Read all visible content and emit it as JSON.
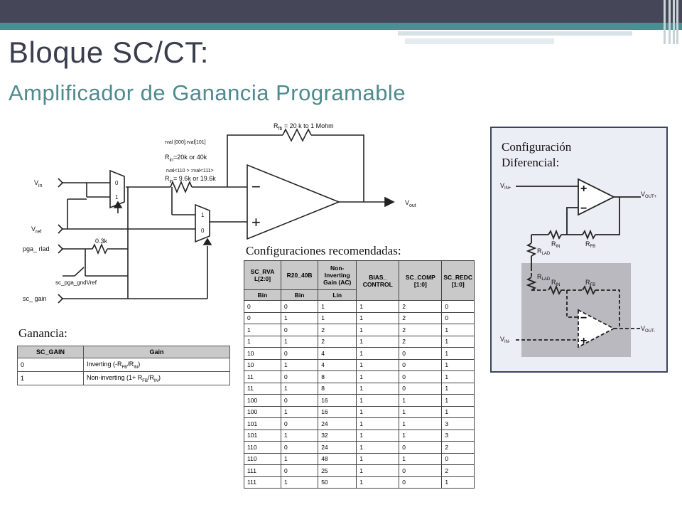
{
  "slide": {
    "title": "Bloque SC/CT:",
    "subtitle": "Amplificador de Ganancia Programable",
    "gain_label": "Ganancia:",
    "configs_label": "Configuraciones recomendadas:",
    "diff_label_line1": "Configuración",
    "diff_label_line2": "Diferencial:"
  },
  "schematic": {
    "rfb": "R",
    "rfb_sub": "fb",
    "rfb_val": " = 20 k to 1 Mohm",
    "rval": "rval [000]:rval[101]",
    "rin1": "R",
    "rin1_sub": "in",
    "rin1_val": "=20k or 40k",
    "rval2": "rval<110 > :rval<111>",
    "rin2": "R",
    "rin2_sub": "in",
    "rin2_val": "= 9.6k or 19.6k",
    "vin": "V",
    "vin_sub": "in",
    "vref": "V",
    "vref_sub": "ref",
    "pga_rlad": "pga_ rlad",
    "r03k": "0.3k",
    "sc_pga": "sc_pga_gndVref",
    "sc_gain": "sc_ gain",
    "vout": "V",
    "vout_sub": "out",
    "mux_0": "0",
    "mux_1": "1",
    "mux2_1": "1",
    "mux2_0": "0",
    "minus": "−",
    "plus": "+"
  },
  "diff": {
    "vin_plus": "V",
    "vin_plus_sub": "IN+",
    "vout_plus": "V",
    "vout_plus_sub": "OUT+",
    "rin": "R",
    "rin_sub": "IN",
    "rfb": "R",
    "rfb_sub": "FB",
    "rlad": "R",
    "rlad_sub": "LAD",
    "rlad2": "R",
    "rlad2_sub": "LAD",
    "rin2": "R",
    "rin2_sub": "IN",
    "rfb2": "R",
    "rfb2_sub": "FB",
    "vin_minus": "V",
    "vin_minus_sub": "IN-",
    "vout_minus": "V",
    "vout_minus_sub": "OUT-",
    "plus": "+",
    "minus": "−"
  },
  "gain_table": {
    "headers": [
      "SC_GAIN",
      "Gain"
    ],
    "rows": [
      [
        "0",
        "Inverting (-R",
        "FB",
        "/R",
        "IN",
        ")"
      ],
      [
        "1",
        "Non-inverting (1+ R",
        "FB",
        "/R",
        "IN",
        ")"
      ]
    ]
  },
  "config_table": {
    "headers": [
      "SC_RVA L[2:0]",
      "R20_40B",
      "Non-Inverting Gain (AC)",
      "BIAS_ CONTROL",
      "SC_COMP [1:0]",
      "SC_REDC [1:0]"
    ],
    "subheaders": [
      "Bin",
      "Bin",
      "Lin"
    ],
    "rows": [
      [
        "0",
        "0",
        "1",
        "1",
        "2",
        "0"
      ],
      [
        "0",
        "1",
        "1",
        "1",
        "2",
        "0"
      ],
      [
        "1",
        "0",
        "2",
        "1",
        "2",
        "1"
      ],
      [
        "1",
        "1",
        "2",
        "1",
        "2",
        "1"
      ],
      [
        "10",
        "0",
        "4",
        "1",
        "0",
        "1"
      ],
      [
        "10",
        "1",
        "4",
        "1",
        "0",
        "1"
      ],
      [
        "11",
        "0",
        "8",
        "1",
        "0",
        "1"
      ],
      [
        "11",
        "1",
        "8",
        "1",
        "0",
        "1"
      ],
      [
        "100",
        "0",
        "16",
        "1",
        "1",
        "1"
      ],
      [
        "100",
        "1",
        "16",
        "1",
        "1",
        "1"
      ],
      [
        "101",
        "0",
        "24",
        "1",
        "1",
        "3"
      ],
      [
        "101",
        "1",
        "32",
        "1",
        "1",
        "3"
      ],
      [
        "110",
        "0",
        "24",
        "1",
        "0",
        "2"
      ],
      [
        "110",
        "1",
        "48",
        "1",
        "1",
        "0"
      ],
      [
        "111",
        "0",
        "25",
        "1",
        "0",
        "2"
      ],
      [
        "111",
        "1",
        "50",
        "1",
        "0",
        "1"
      ]
    ]
  }
}
